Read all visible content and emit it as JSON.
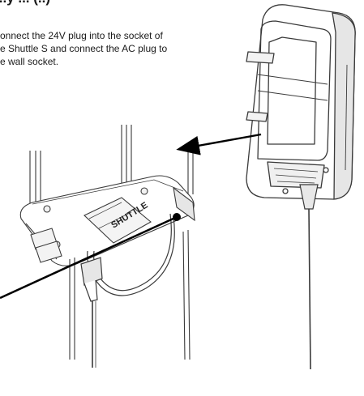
{
  "heading": {
    "text": "...y ... (..)"
  },
  "instructions": {
    "lines": [
      "onnect the 24V plug into the socket of",
      "e Shuttle S and connect the AC plug to",
      "e wall socket."
    ]
  },
  "illustration": {
    "parts": [
      "shuttle-unit",
      "power-adapter",
      "power-cable",
      "connection-arrow",
      "callout-line"
    ],
    "label_text": "SHUTTLE",
    "colors": {
      "line": "#3a3a3a",
      "fill": "#ffffff",
      "shade": "#e6e6e6",
      "accent": "#000000"
    }
  }
}
